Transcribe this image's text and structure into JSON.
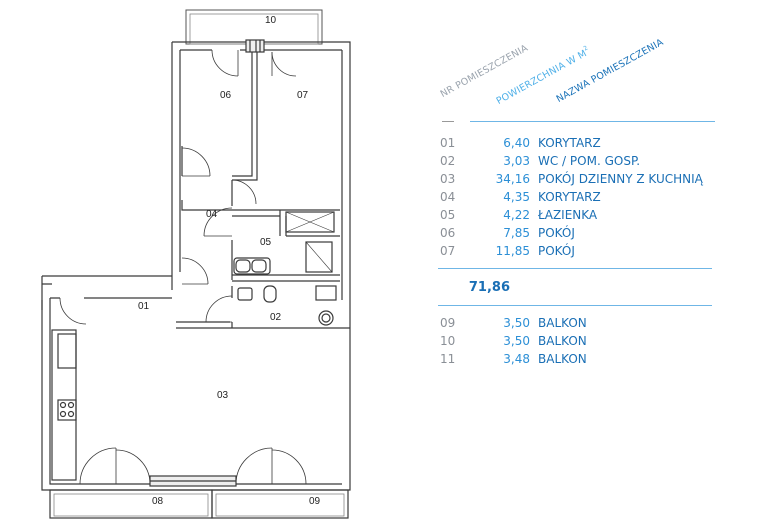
{
  "rooms": [
    {
      "id": "01",
      "label": "01"
    },
    {
      "id": "02",
      "label": "02"
    },
    {
      "id": "03",
      "label": "03"
    },
    {
      "id": "04",
      "label": "04"
    },
    {
      "id": "05",
      "label": "05"
    },
    {
      "id": "06",
      "label": "06"
    },
    {
      "id": "07",
      "label": "07"
    },
    {
      "id": "08",
      "label": "08"
    },
    {
      "id": "09",
      "label": "09"
    },
    {
      "id": "10",
      "label": "10"
    }
  ],
  "legend": {
    "header_number": "NR POMIESZCZENIA",
    "header_area": "POWIERZCHNIA W M",
    "header_area_sup": "2",
    "header_name": "NAZWA POMIESZCZENIA",
    "dash": "—",
    "rows": [
      {
        "no": "01",
        "area": "6,40",
        "name": "KORYTARZ"
      },
      {
        "no": "02",
        "area": "3,03",
        "name": "WC / POM. GOSP."
      },
      {
        "no": "03",
        "area": "34,16",
        "name": "POKÓJ DZIENNY Z KUCHNIĄ"
      },
      {
        "no": "04",
        "area": "4,35",
        "name": "KORYTARZ"
      },
      {
        "no": "05",
        "area": "4,22",
        "name": "ŁAZIENKA"
      },
      {
        "no": "06",
        "area": "7,85",
        "name": "POKÓJ"
      },
      {
        "no": "07",
        "area": "11,85",
        "name": "POKÓJ"
      }
    ],
    "total": "71,86",
    "balcony_rows": [
      {
        "no": "09",
        "area": "3,50",
        "name": "BALKON"
      },
      {
        "no": "10",
        "area": "3,50",
        "name": "BALKON"
      },
      {
        "no": "11",
        "area": "3,48",
        "name": "BALKON"
      }
    ]
  },
  "colors": {
    "wall": "#3a3a3a",
    "accent_light": "#4fb0e8",
    "accent_dark": "#1a6fb5",
    "muted": "#8a8f96"
  }
}
